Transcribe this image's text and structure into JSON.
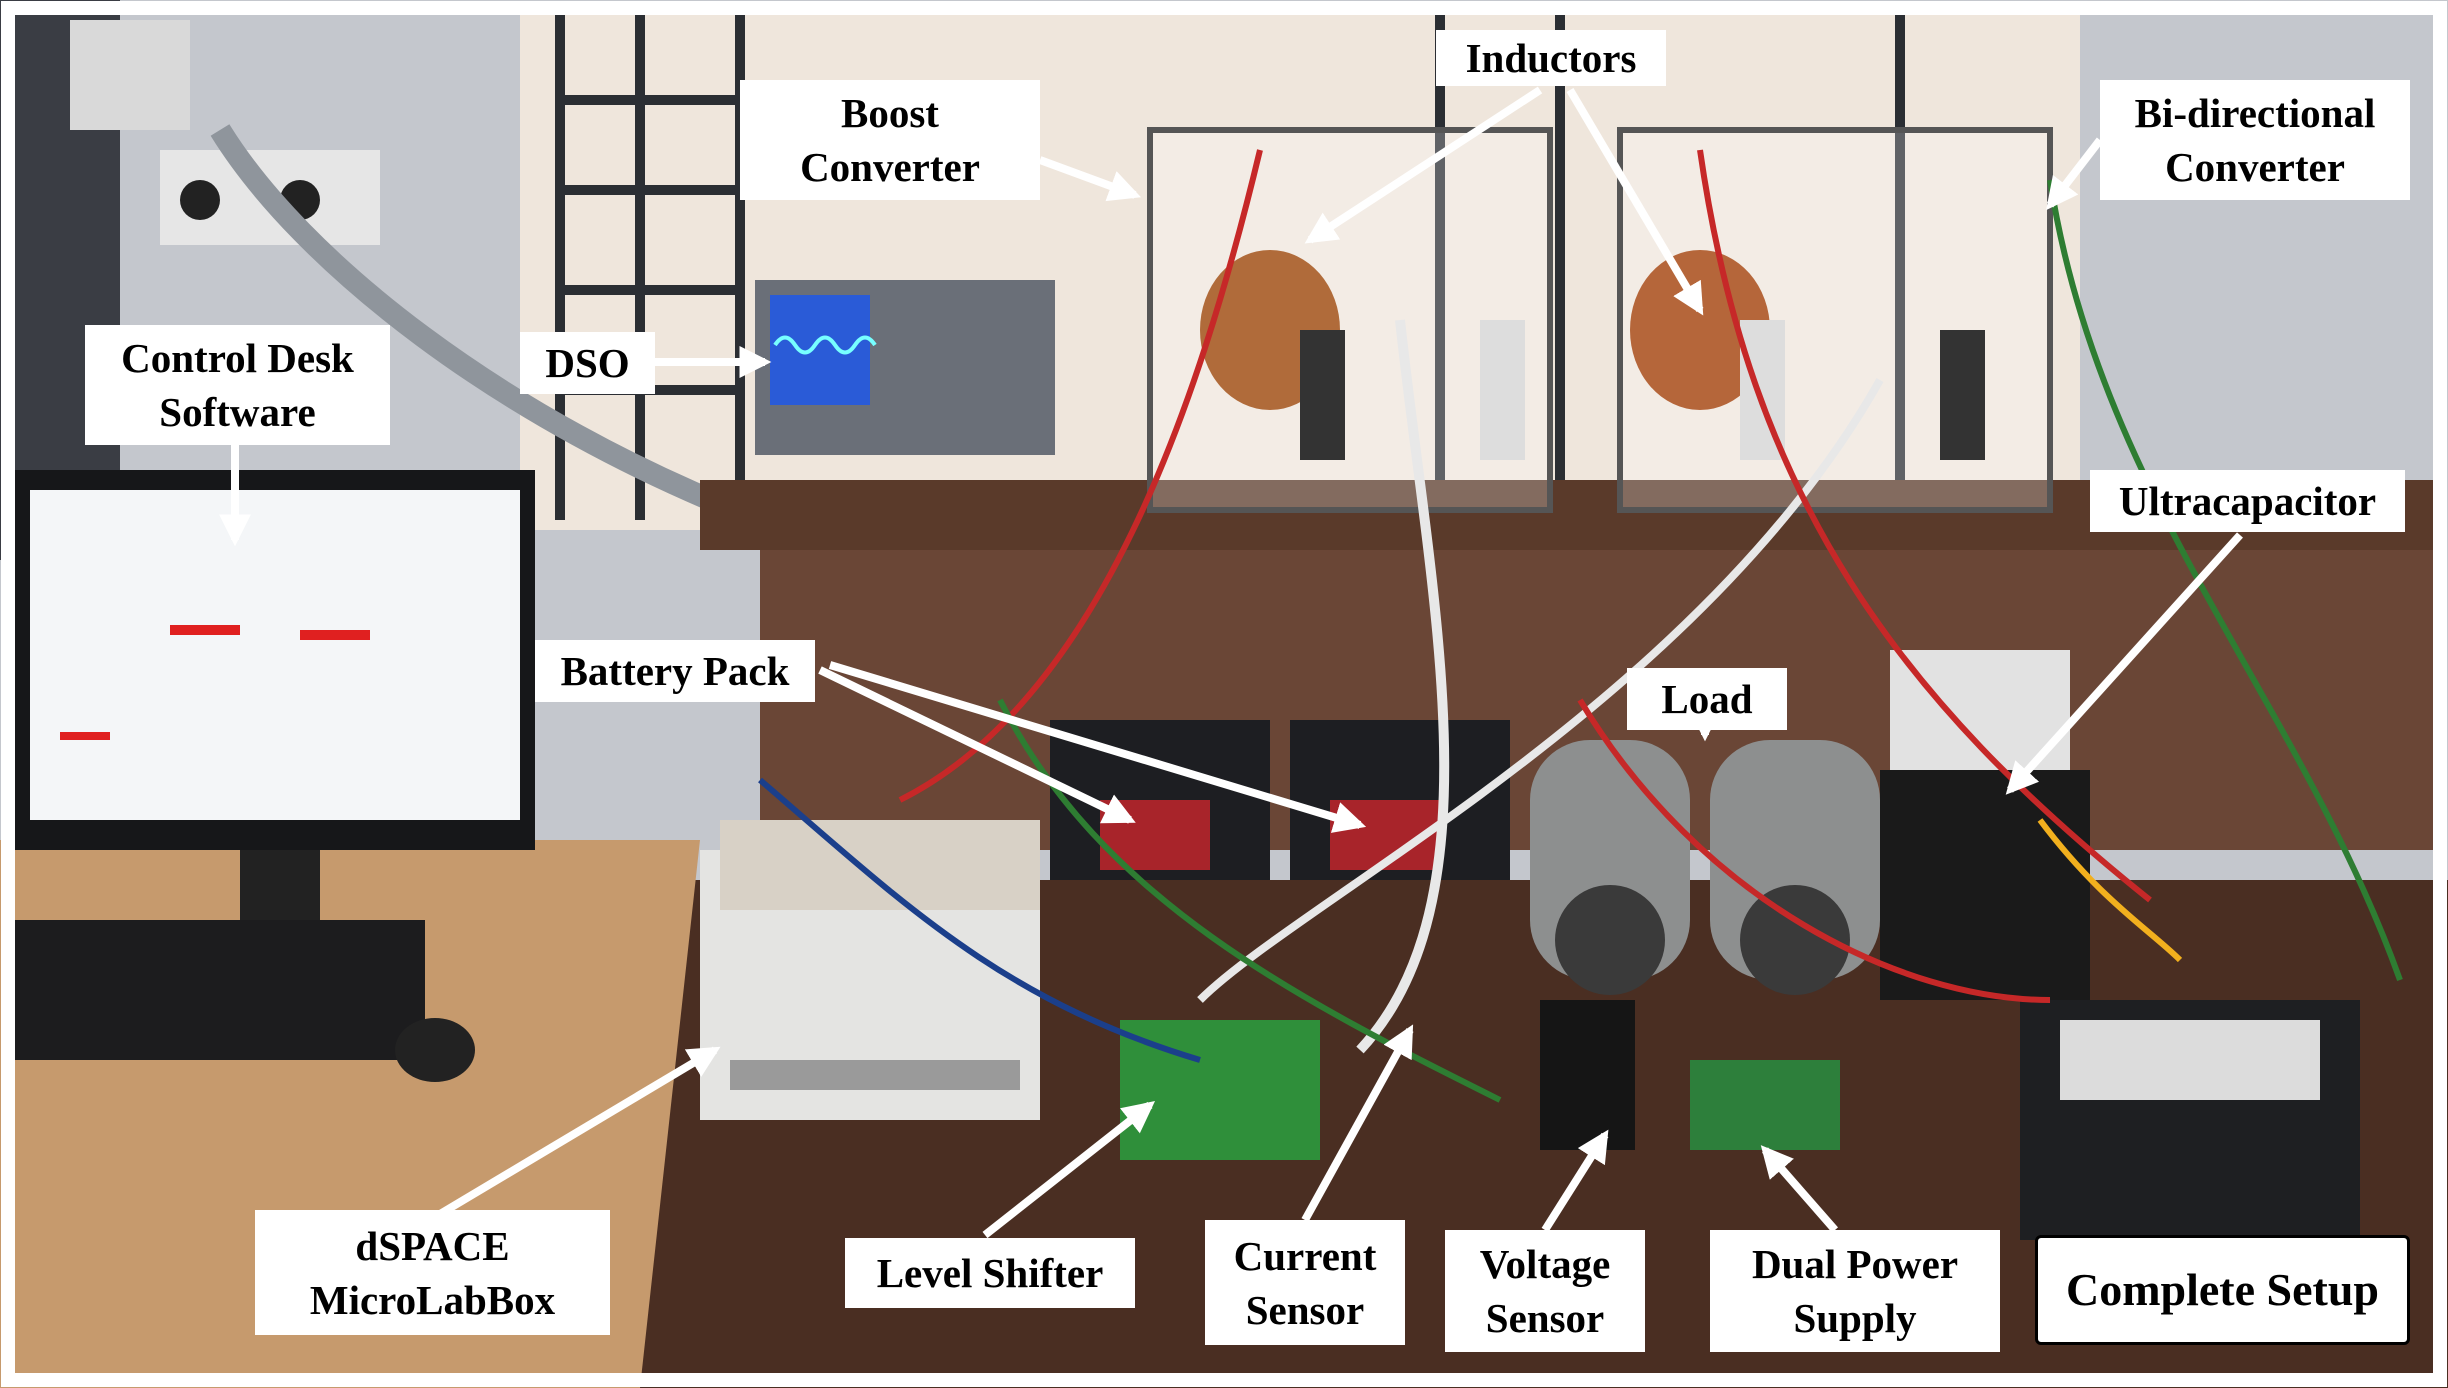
{
  "labels": {
    "inductors": "Inductors",
    "boost_converter": "Boost\nConverter",
    "bidirectional_converter": "Bi-directional\nConverter",
    "dso": "DSO",
    "control_desk_software": "Control Desk\nSoftware",
    "battery_pack": "Battery Pack",
    "load": "Load",
    "ultracapacitor": "Ultracapacitor",
    "dspace_microlabbox": "dSPACE\nMicroLabBox",
    "level_shifter": "Level Shifter",
    "current_sensor": "Current\nSensor",
    "voltage_sensor": "Voltage\nSensor",
    "dual_power_supply": "Dual Power\nSupply",
    "complete_setup": "Complete Setup"
  },
  "colors": {
    "wall": "#c9ccd2",
    "window_light": "#f3ece4",
    "shelf_wood": "#5a3a2a",
    "desk_wood": "#4a2e22",
    "cable_red": "#c62828",
    "cable_green": "#2e7d32",
    "cable_white": "#e8e8e8"
  }
}
